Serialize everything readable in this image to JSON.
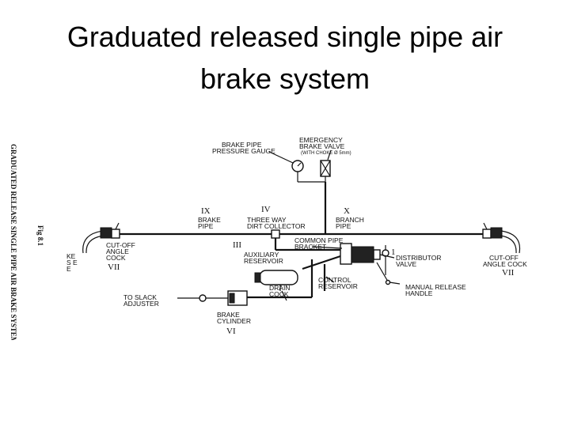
{
  "slide": {
    "title_line1": "Graduated released single pipe air",
    "title_line2": "brake system"
  },
  "figure": {
    "side_caption": "GRADUATED RELEASE SINGLE PIPE AIR BRAKE SYSTEM",
    "fig_number": "Fig 8.1",
    "labels": {
      "emergency_valve_1": "EMERGENCY",
      "emergency_valve_2": "BRAKE VALVE",
      "emergency_valve_3": "(WITH CHOKE Ø 5mm)",
      "gauge_1": "BRAKE PIPE",
      "gauge_2": "PRESSURE GAUGE",
      "num_ix": "IX",
      "num_iv": "IV",
      "num_x": "X",
      "brake_pipe_1": "BRAKE",
      "brake_pipe_2": "PIPE",
      "dirt_collector_1": "THREE WAY",
      "dirt_collector_2": "DIRT COLLECTOR",
      "branch_pipe_1": "BRANCH",
      "branch_pipe_2": "PIPE",
      "num_iii": "III",
      "common_bracket_1": "COMMON PIPE",
      "common_bracket_2": "BRACKET",
      "num_i": "1",
      "aux_res_1": "AUXILIARY",
      "aux_res_2": "RESERVOIR",
      "distributor_1": "DISTRIBUTOR",
      "distributor_2": "VALVE",
      "cutoff_left_1": "CUT-OFF",
      "cutoff_left_2": "ANGLE",
      "cutoff_left_3": "COCK",
      "num_vii_left": "VII",
      "cutoff_right_1": "CUT-OFF",
      "cutoff_right_2": "ANGLE COCK",
      "num_vii_right": "VII",
      "hose_left_1": "KE",
      "hose_left_2": "S E",
      "hose_left_3": "E",
      "control_res_1": "CONTROL",
      "control_res_2": "RESERVOIR",
      "drain_cock_1": "DRAIN",
      "drain_cock_2": "COCK",
      "manual_release_1": "MANUAL RELEASE",
      "manual_release_2": "HANDLE",
      "slack_1": "TO SLACK",
      "slack_2": "ADJUSTER",
      "brake_cyl_1": "BRAKE",
      "brake_cyl_2": "CYLINDER",
      "num_vi": "VI"
    }
  }
}
